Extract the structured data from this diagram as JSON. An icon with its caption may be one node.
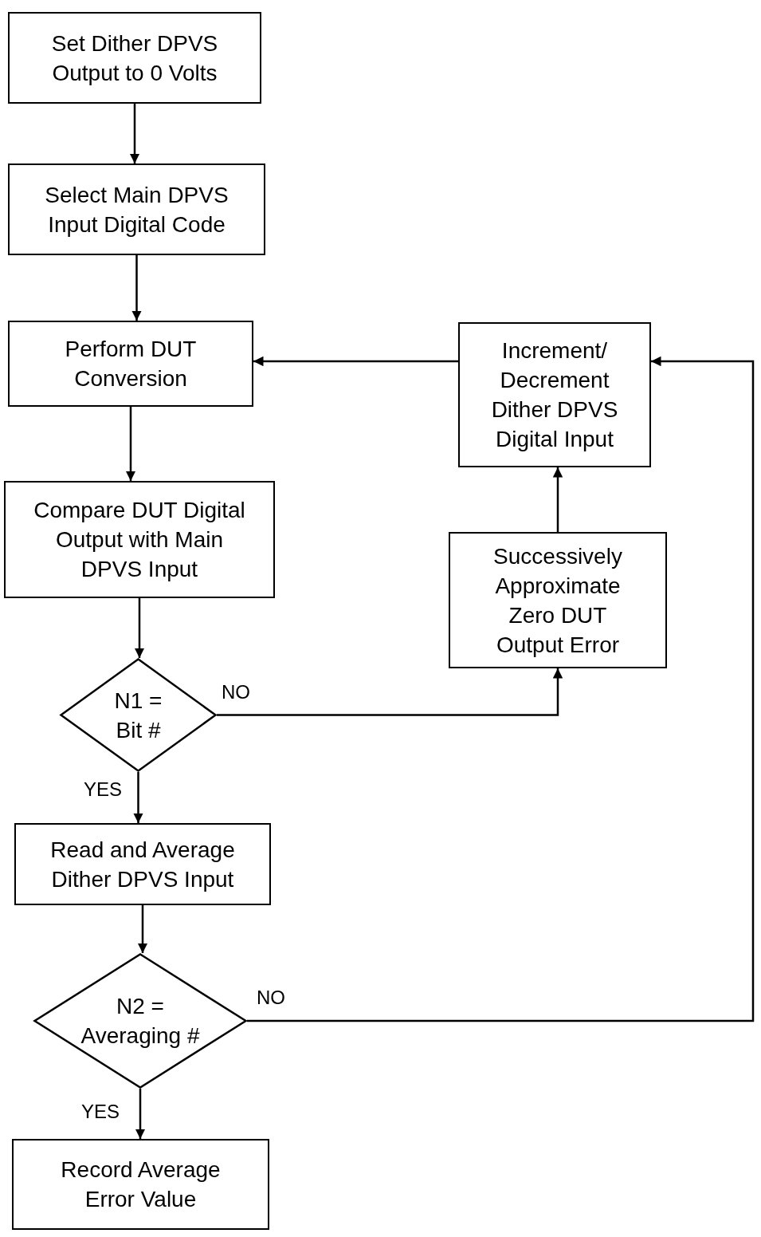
{
  "diagram": {
    "nodes": [
      {
        "text": [
          "Set Dither DPVS Output to 0 Volts"
        ]
      },
      {
        "text": [
          "Select Main DPVS Input Digital Code"
        ]
      },
      {
        "text": [
          "Perform DUT Conversion"
        ]
      },
      {
        "text": [
          "Compare DUT Digital Output with Main DPVS Input"
        ]
      },
      {
        "text": [
          "N1 = Bit #"
        ]
      },
      {
        "text": [
          "Read and Average Dither DPVS Input"
        ]
      },
      {
        "text": [
          "N2 = Averaging #"
        ]
      },
      {
        "text": [
          "Record Average Error Value"
        ]
      },
      {
        "text": [
          "Increment/ Decrement Dither DPVS Digital Input"
        ]
      },
      {
        "text": [
          "Successively Approximate Zero DUT Output Error"
        ]
      }
    ],
    "edges": [
      {
        "from": 0,
        "to": 1,
        "arrow": "to"
      },
      {
        "from": 1,
        "to": 2,
        "arrow": "to"
      },
      {
        "from": 2,
        "to": 3,
        "arrow": "to"
      },
      {
        "from": 3,
        "to": 4,
        "arrow": "to"
      },
      {
        "from": 4,
        "to": 5,
        "arrow": "to",
        "label": "YES"
      },
      {
        "from": 4,
        "to": 9,
        "arrow": "to",
        "label": "NO"
      },
      {
        "from": 9,
        "to": 8,
        "arrow": "to"
      },
      {
        "from": 8,
        "to": 2,
        "arrow": "to"
      },
      {
        "from": 5,
        "to": 6,
        "arrow": "to"
      },
      {
        "from": 6,
        "to": 7,
        "arrow": "to",
        "label": "YES"
      },
      {
        "from": 6,
        "to": 8,
        "arrow": "to",
        "label": "NO"
      }
    ]
  }
}
